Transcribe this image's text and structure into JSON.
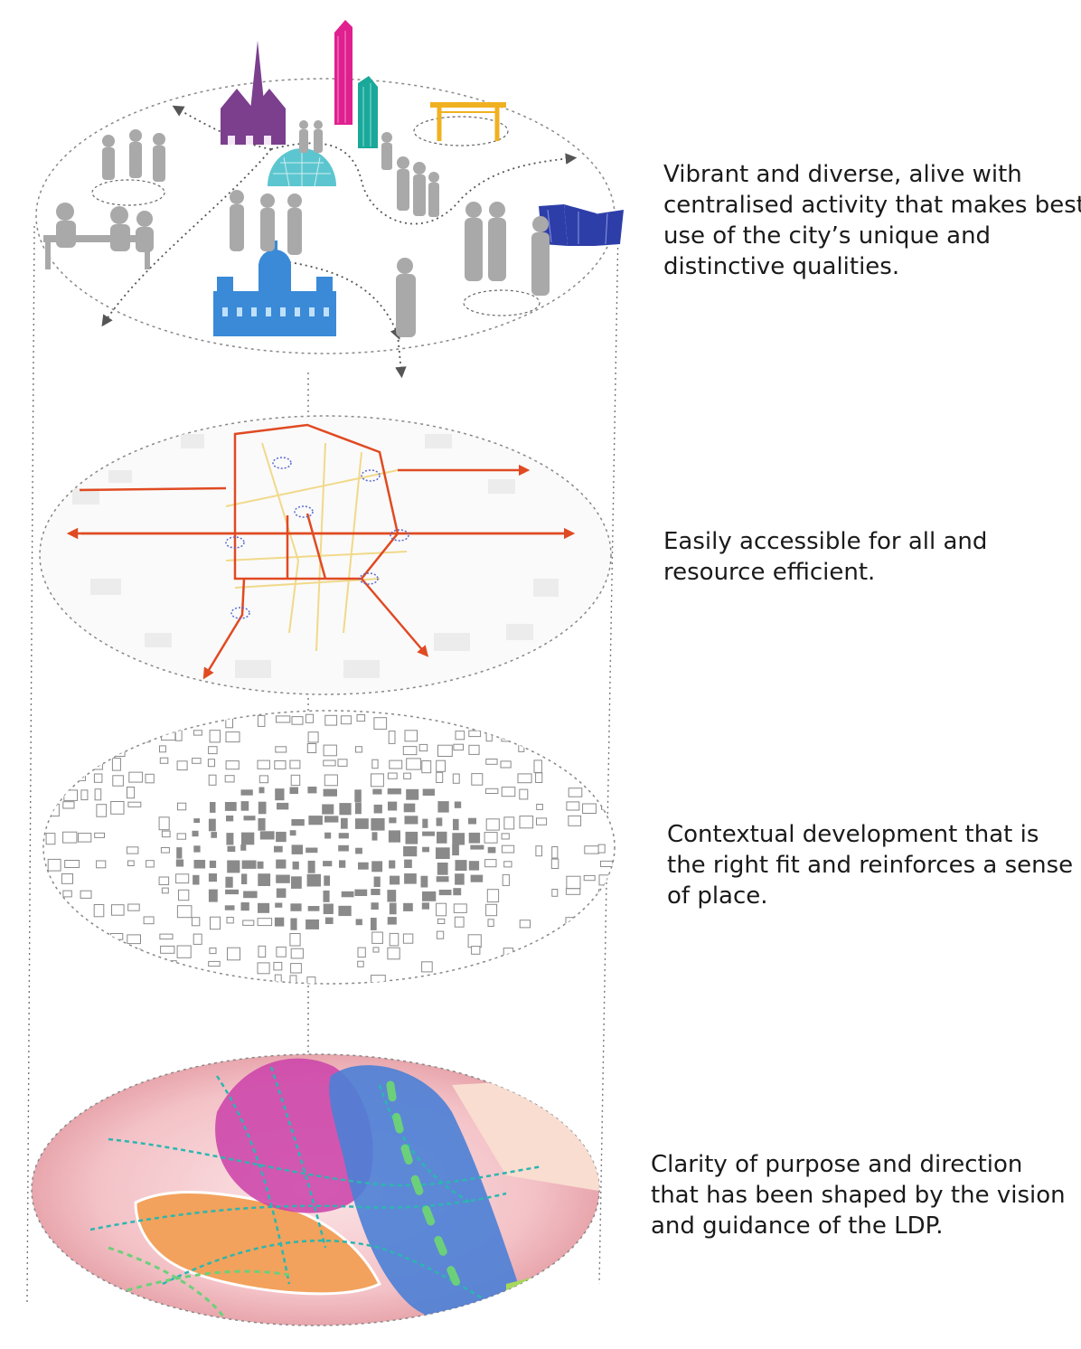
{
  "layers": [
    {
      "id": "people-layer",
      "lines": [
        "Vibrant and diverse, alive with",
        "centralised activity that makes best",
        "use of the city’s unique and",
        "distinctive qualities."
      ]
    },
    {
      "id": "movement-layer",
      "lines": [
        "Easily accessible for all and",
        "resource efficient."
      ]
    },
    {
      "id": "urban-form-layer",
      "lines": [
        "Contextual development that is",
        "the right fit and reinforces a sense",
        "of place."
      ]
    },
    {
      "id": "spatial-strategy-layer",
      "lines": [
        "Clarity of purpose and direction",
        "that has been shaped by the vision",
        "and guidance of the LDP."
      ]
    }
  ],
  "colors": {
    "silhouette": "#a9a9a9",
    "church": "#7b3f8e",
    "tower": "#e0208f",
    "teal_building": "#1aa89a",
    "crane": "#f0b020",
    "dome": "#5cc6d0",
    "city_hall": "#3a8ad8",
    "titanic": "#2e3ea8",
    "route": "#e04a22",
    "minor_route": "#f1d98a",
    "node": "#5a6ad0",
    "block": "#8a8a8a",
    "zone_pink": "#cc44aa",
    "zone_blue": "#4b7fd6",
    "zone_orange": "#f2a25c",
    "zone_green": "#6cd07a",
    "dashed_line": "#888888"
  }
}
